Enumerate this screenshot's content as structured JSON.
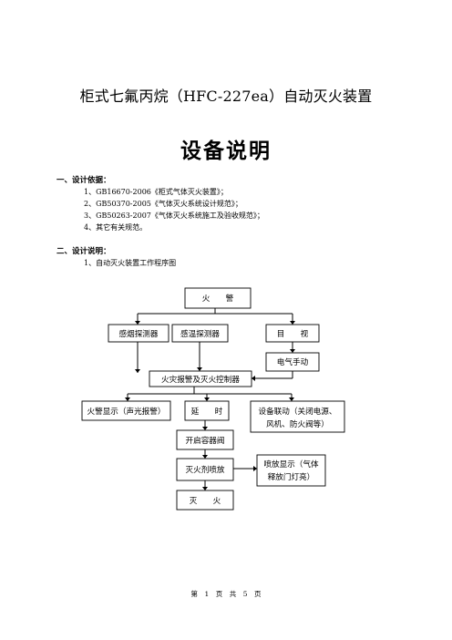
{
  "doc": {
    "title": "柜式七氟丙烷（HFC-227ea）自动灭火装置",
    "subtitle": "设备说明",
    "section1": {
      "heading": "一、设计依据：",
      "items": [
        "1、GB16670-2006《柜式气体灭火装置》；",
        "2、GB50370-2005《气体灭火系统设计规范》；",
        "3、GB50263-2007《气体灭火系统施工及验收规范》；",
        "4、其它有关规范。"
      ]
    },
    "section2": {
      "heading": "二、设计说明：",
      "items": [
        "1、自动灭火装置工作程序图"
      ]
    },
    "flow": {
      "fire_alarm": "火　　警",
      "smoke_detector": "感烟探测器",
      "temp_detector": "感温探测器",
      "visual": "目　　视",
      "manual_electric": "电气手动",
      "controller": "火灾报警及灭火控制器",
      "alarm_display": "火警显示（声光报警）",
      "delay": "延　　时",
      "linkage_line1": "设备联动（关闭电源、",
      "linkage_line2": "风机、防火阀等）",
      "open_valve": "开启容器阀",
      "agent_release": "灭火剂喷放",
      "release_display_line1": "喷放显示（气体",
      "release_display_line2": "释放门灯亮）",
      "extinguish": "灭　　火"
    },
    "footer": "第　1　页　共　5　页"
  }
}
